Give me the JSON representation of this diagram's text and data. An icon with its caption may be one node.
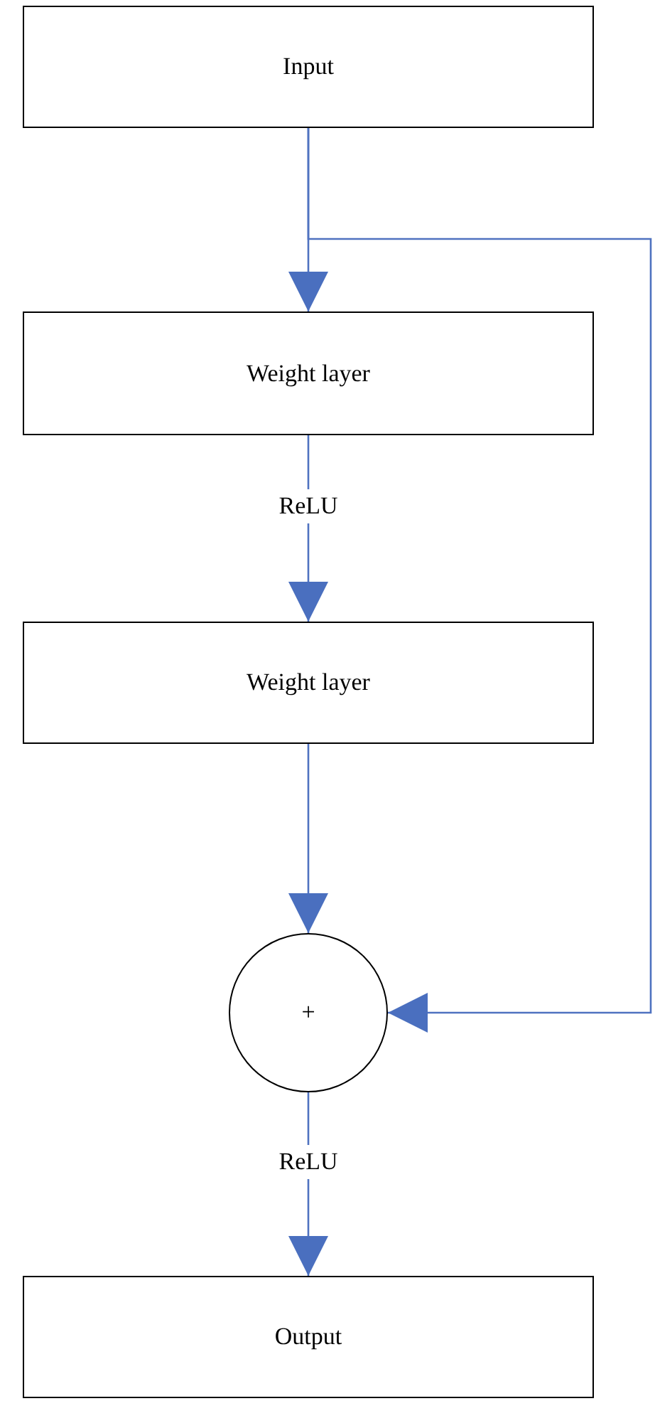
{
  "diagram": {
    "nodes": [
      {
        "text": [
          "Input"
        ]
      },
      {
        "text": [
          "Weight layer"
        ]
      },
      {
        "text": [
          "Weight layer"
        ]
      },
      {
        "text": [
          "+"
        ]
      },
      {
        "text": [
          "Output"
        ]
      }
    ],
    "edges": [
      {
        "from": 0,
        "to": 1,
        "arrow": "to"
      },
      {
        "from": 1,
        "to": 2,
        "arrow": "to",
        "label": "ReLU"
      },
      {
        "from": 2,
        "to": 3,
        "arrow": "to"
      },
      {
        "from": 3,
        "to": 4,
        "arrow": "to",
        "label": "ReLU"
      },
      {
        "from": 0,
        "to": 3,
        "arrow": "to"
      }
    ]
  }
}
